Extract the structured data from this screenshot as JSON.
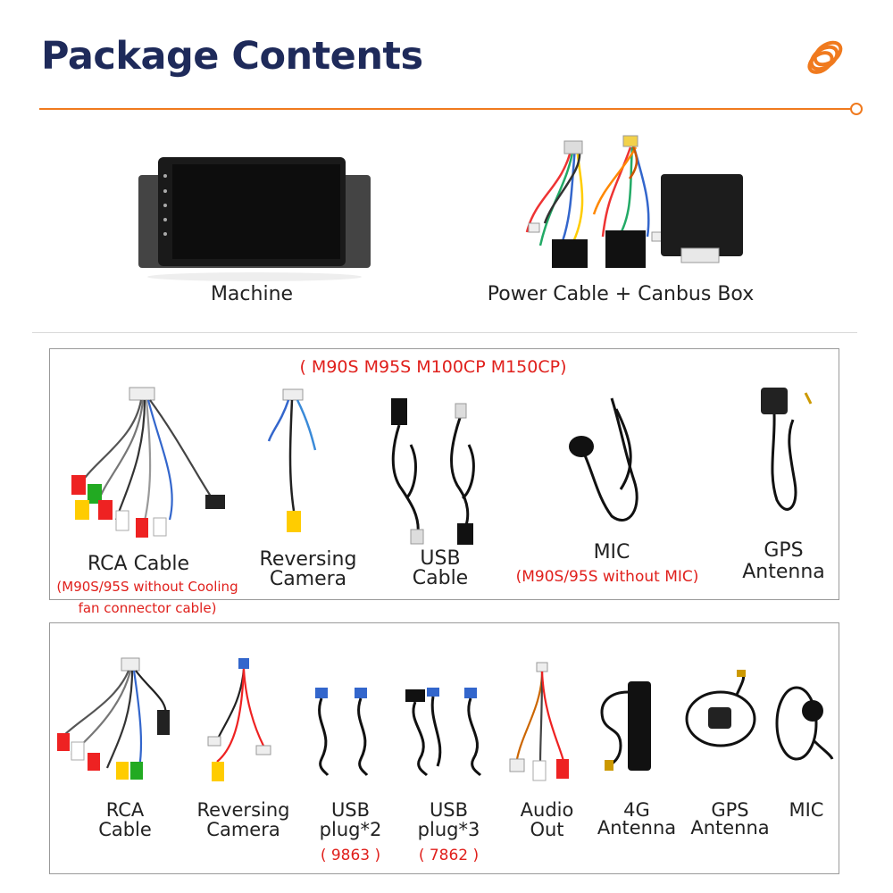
{
  "header": {
    "title": "Package Contents",
    "brand_icon": "orange-spiral-logo"
  },
  "top_row": {
    "machine_label": "Machine",
    "power_label": "Power Cable + Canbus Box"
  },
  "box1": {
    "models_note": "( M90S M95S M100CP M150CP)",
    "items": {
      "rca_label": "RCA Cable",
      "rca_note_1": "(M90S/95S without Cooling",
      "rca_note_2": "fan connector cable)",
      "cam_label_1": "Reversing",
      "cam_label_2": "Camera",
      "usb_label_1": "USB",
      "usb_label_2": "Cable",
      "mic_label": "MIC",
      "mic_note": "(M90S/95S without MIC)",
      "gps_label_1": "GPS",
      "gps_label_2": "Antenna"
    }
  },
  "box2": {
    "items": {
      "rca_1": "RCA",
      "rca_2": "Cable",
      "cam_1": "Reversing",
      "cam_2": "Camera",
      "usb2_1": "USB",
      "usb2_2": "plug*2",
      "usb2_note": "( 9863 )",
      "usb3_1": "USB",
      "usb3_2": "plug*3",
      "usb3_note": "( 7862 )",
      "audio_1": "Audio",
      "audio_2": "Out",
      "g4_1": "4G",
      "g4_2": "Antenna",
      "gps_1": "GPS",
      "gps_2": "Antenna",
      "mic": "MIC"
    }
  },
  "colors": {
    "accent": "#f07a1e",
    "title": "#1e2a5a",
    "note_red": "#e0201c"
  }
}
